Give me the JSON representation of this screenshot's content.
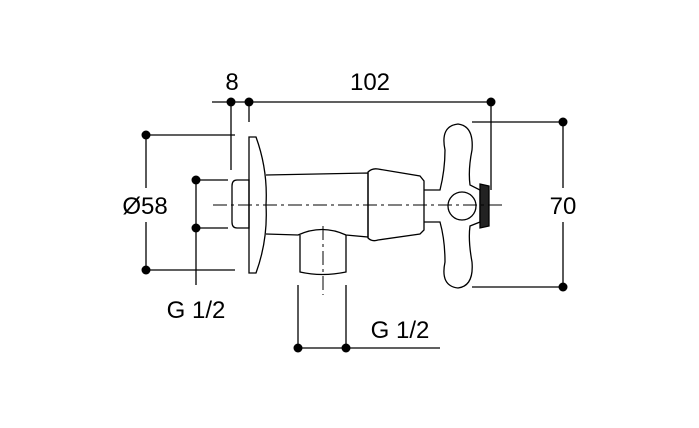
{
  "dimensions": {
    "flange_thickness": "8",
    "overall_length": "102",
    "flange_diameter": "Ø58",
    "handle_height": "70",
    "inlet_thread": "G 1/2",
    "outlet_thread": "G 1/2"
  }
}
